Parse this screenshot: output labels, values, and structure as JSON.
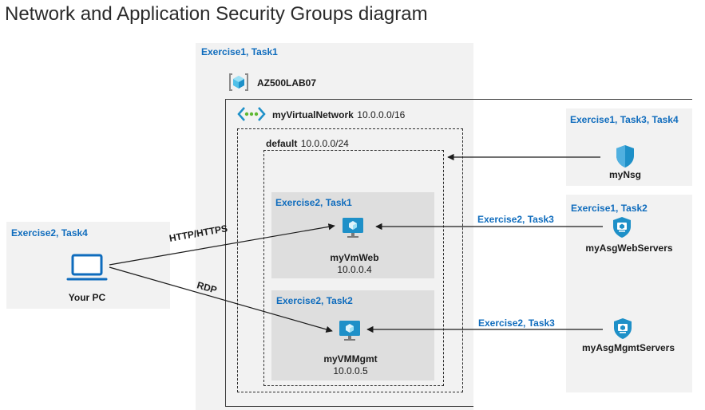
{
  "title": "Network and Application Security Groups diagram",
  "main_panel": {
    "label": "Exercise1, Task1",
    "resource_group": "AZ500LAB07",
    "vnet_name": "myVirtualNetwork",
    "vnet_cidr": "10.0.0.0/16",
    "subnet_name": "default",
    "subnet_cidr": "10.0.0.0/24"
  },
  "vm_web": {
    "label": "Exercise2, Task1",
    "name": "myVmWeb",
    "ip": "10.0.0.4"
  },
  "vm_mgmt": {
    "label": "Exercise2, Task2",
    "name": "myVMMgmt",
    "ip": "10.0.0.5"
  },
  "pc": {
    "label": "Exercise2, Task4",
    "name": "Your PC"
  },
  "nsg": {
    "label": "Exercise1, Task3, Task4",
    "name": "myNsg"
  },
  "asg": {
    "label": "Exercise1, Task2",
    "web_name": "myAsgWebServers",
    "mgmt_name": "myAsgMgmtServers"
  },
  "connections": {
    "http": "HTTP/HTTPS",
    "rdp": "RDP",
    "web_task": "Exercise2, Task3",
    "mgmt_task": "Exercise2, Task3"
  },
  "icons": {
    "resource_group": "resource-group-icon",
    "vnet": "virtual-network-icon",
    "vm": "virtual-machine-icon",
    "laptop": "laptop-icon",
    "nsg": "shield-icon",
    "asg": "application-security-group-icon"
  },
  "colors": {
    "accent": "#0f6cbd",
    "panel": "#f2f2f2",
    "vm_panel": "#dedede"
  }
}
